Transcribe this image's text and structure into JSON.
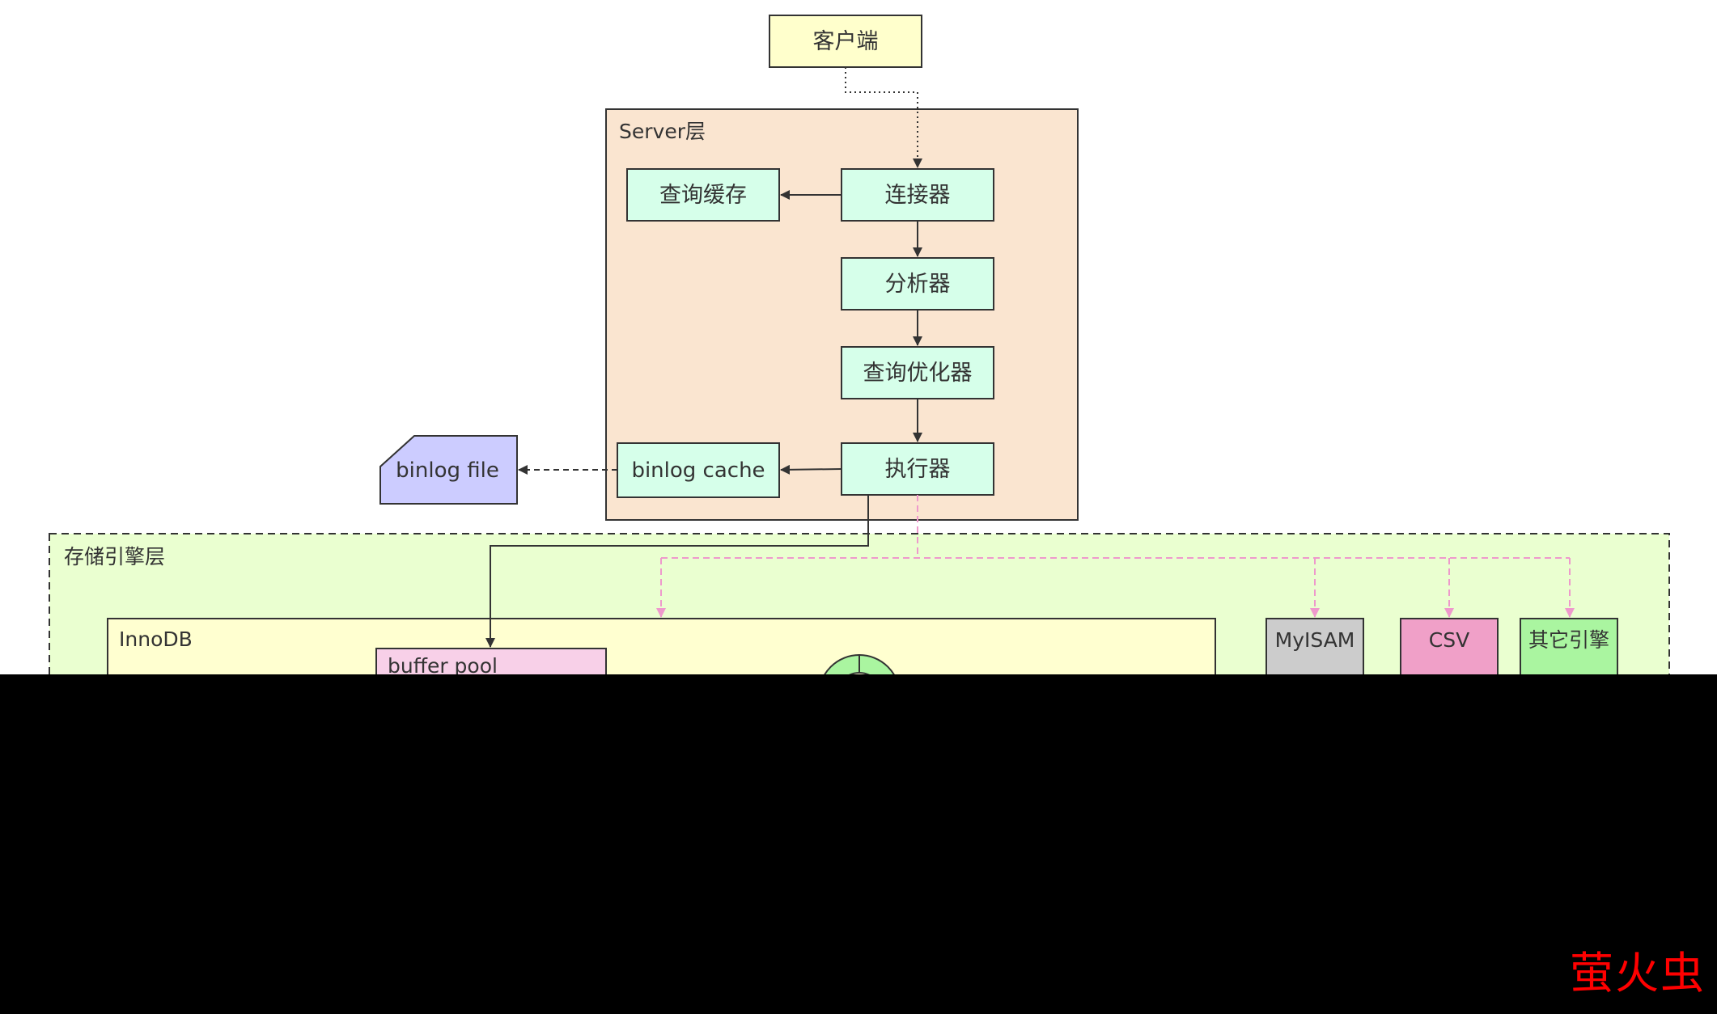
{
  "nodes": {
    "client": "客户端",
    "server_layer": "Server层",
    "query_cache": "查询缓存",
    "connector": "连接器",
    "analyzer": "分析器",
    "optimizer": "查询优化器",
    "executor": "执行器",
    "binlog_cache": "binlog cache",
    "binlog_file": "binlog file",
    "storage_layer": "存储引擎层",
    "innodb": "InnoDB",
    "buffer_pool": "buffer pool",
    "myisam": "MyISAM",
    "csv": "CSV",
    "other_engine": "其它引擎"
  },
  "watermark": "萤火虫",
  "colors": {
    "client_fill": "#FFFFCC",
    "server_fill": "#FAE5D0",
    "node_fill": "#D6FFEA",
    "binlog_file_fill": "#CCCCFF",
    "storage_fill": "#EAFFD0",
    "innodb_fill": "#FFFFD0",
    "buffer_pool_fill": "#F8D0E8",
    "myisam_fill": "#CCCCCC",
    "csv_fill": "#F0A0C8",
    "other_fill": "#AAF5A0",
    "pink_line": "#EE99CC",
    "watermark": "#FF0000"
  }
}
